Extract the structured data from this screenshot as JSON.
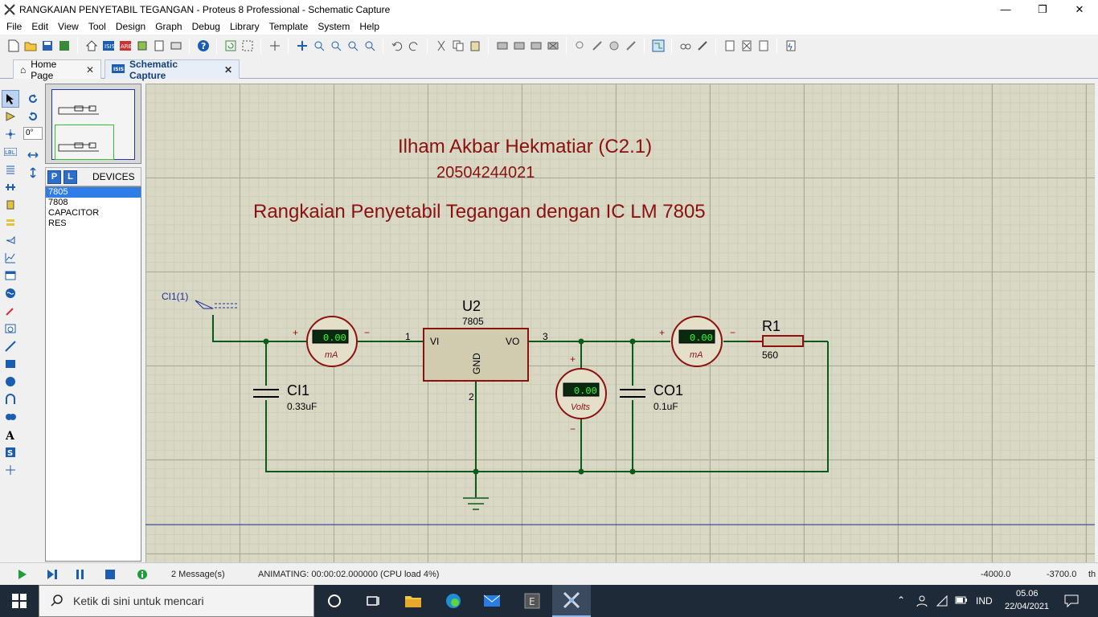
{
  "window": {
    "title": "RANGKAIAN PENYETABIL TEGANGAN - Proteus 8 Professional - Schematic Capture"
  },
  "menu": [
    "File",
    "Edit",
    "View",
    "Tool",
    "Design",
    "Graph",
    "Debug",
    "Library",
    "Template",
    "System",
    "Help"
  ],
  "tabs": [
    {
      "label": "Home Page",
      "active": false
    },
    {
      "label": "Schematic Capture",
      "active": true
    }
  ],
  "rotation": "0°",
  "devices": {
    "header": "DEVICES",
    "p_label": "P",
    "l_label": "L",
    "items": [
      "7805",
      "7808",
      "CAPACITOR",
      "RES"
    ],
    "selected": "7805"
  },
  "schematic": {
    "author": "Ilham Akbar Hekmatiar (C2.1)",
    "student_id": "20504244021",
    "circuit_title": "Rangkaian Penyetabil Tegangan dengan IC LM 7805",
    "terminal": "CI1(1)",
    "regulator": {
      "ref": "U2",
      "value": "7805",
      "pin_vi": "VI",
      "pin_vo": "VO",
      "pin_gnd": "GND",
      "pin1": "1",
      "pin2": "2",
      "pin3": "3"
    },
    "cap_in": {
      "ref": "CI1",
      "value": "0.33uF"
    },
    "cap_out": {
      "ref": "CO1",
      "value": "0.1uF"
    },
    "resistor": {
      "ref": "R1",
      "value": "560"
    },
    "meter1": {
      "reading": "0.00",
      "unit": "mA",
      "plus": "+",
      "minus": "−"
    },
    "meter2": {
      "reading": "0.00",
      "unit": "mA",
      "plus": "+",
      "minus": "−"
    },
    "voltmeter": {
      "reading": "0.00",
      "unit": "Volts",
      "plus": "+",
      "minus": "−"
    }
  },
  "status": {
    "messages": "2 Message(s)",
    "animating": "ANIMATING: 00:00:02.000000 (CPU load 4%)",
    "coord_x": "-4000.0",
    "coord_y": "-3700.0",
    "units": "th"
  },
  "taskbar": {
    "search_placeholder": "Ketik di sini untuk mencari",
    "lang": "IND",
    "time": "05.06",
    "date": "22/04/2021"
  },
  "colors": {
    "wire": "#0a5a1a",
    "text_red": "#8b1010",
    "label_blue": "#1a2f9e"
  }
}
